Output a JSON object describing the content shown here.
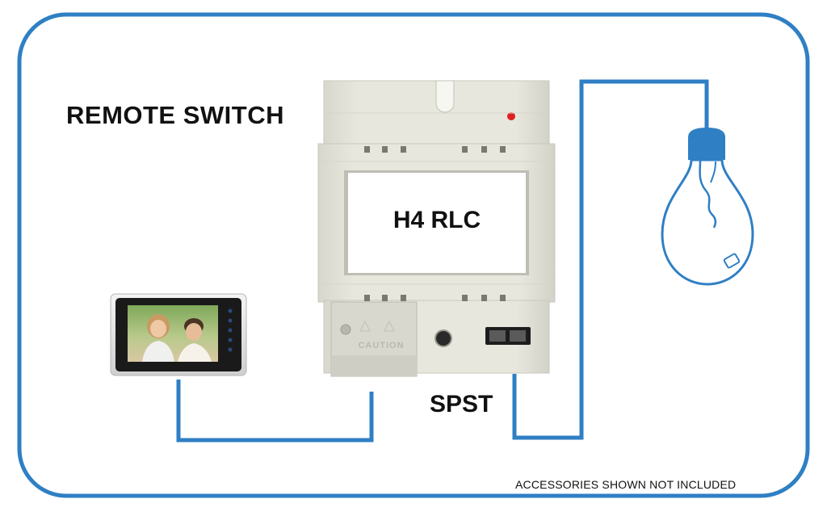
{
  "diagram": {
    "title": "REMOTE SWITCH",
    "device_label": "H4 RLC",
    "switch_label": "SPST",
    "note": "ACCESSORIES SHOWN NOT INCLUDED",
    "caution_text": "CAUTION"
  },
  "components": {
    "monitor": "video-door-monitor",
    "controller": "relay-lighting-controller",
    "lamp": "light-bulb"
  },
  "colors": {
    "wire": "#2f7fc4",
    "frame": "#2f7fc4",
    "housing": "#e6e5dc",
    "housing_shadow": "#cfcec4",
    "led": "#e02020",
    "text": "#111111",
    "monitor_bezel": "#1a1a1a"
  }
}
